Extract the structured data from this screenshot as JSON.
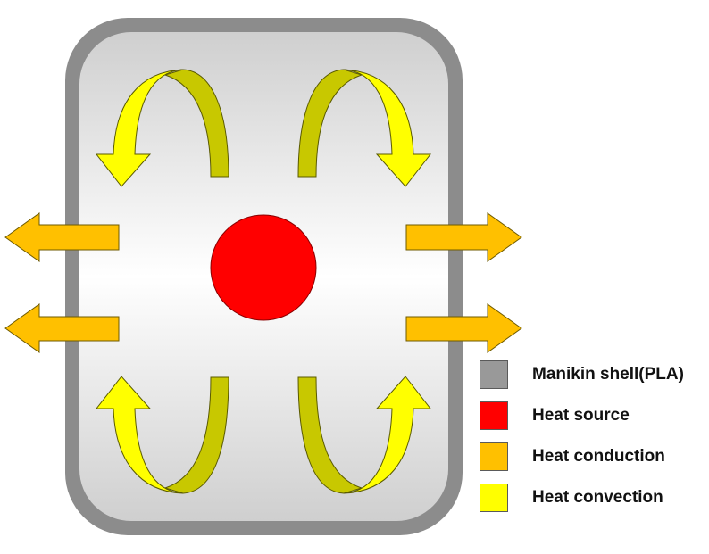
{
  "colors": {
    "shell": "#8c8c8c",
    "interior_top": "#d2d2d2",
    "interior_mid": "#ffffff",
    "heat_source": "#ff0000",
    "conduction": "#ffc000",
    "convection": "#ffff00",
    "convection_shade": "#c8c800"
  },
  "legend": [
    {
      "label": "Manikin shell(PLA)",
      "color": "#999999"
    },
    {
      "label": "Heat source",
      "color": "#ff0000"
    },
    {
      "label": "Heat conduction",
      "color": "#ffc000"
    },
    {
      "label": "Heat convection",
      "color": "#ffff00"
    }
  ]
}
